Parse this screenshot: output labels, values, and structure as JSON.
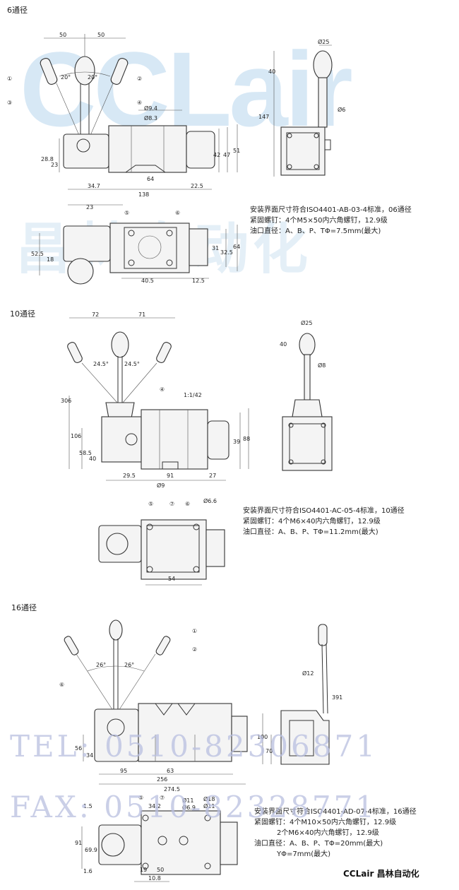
{
  "watermark": {
    "logo_text": "CCLair",
    "logo_cn": "昌林自动化",
    "tel": "TEL: 0510-82306871",
    "fax": "FAX: 0510-82328771"
  },
  "brand": "CCLair 昌林自动化",
  "sections": [
    {
      "title": "6通径",
      "notes": [
        "安装界面尺寸符合ISO4401-AB-03-4标准，06通径",
        "紧固螺钉：4个M5×50内六角螺钉，12.9级",
        "油口直径：A、B、P、TΦ=7.5mm(最大)"
      ],
      "dims": {
        "top_left": "50",
        "top_right": "50",
        "angle_l": "20°",
        "angle_r": "20°",
        "d_lever": "Ø9.4",
        "d_lever2": "Ø8.3",
        "h1": "28.8",
        "h2": "23",
        "w1": "34.7",
        "w2": "64",
        "w3": "138",
        "w4": "22.5",
        "v1": "42",
        "v2": "47",
        "v3": "51",
        "bot1": "23",
        "side_d": "Ø25",
        "side_h1": "40",
        "side_h2": "147",
        "side_d2": "Ø6",
        "plan_h1": "52.5",
        "plan_h2": "18",
        "plan_w1": "40.5",
        "plan_w2": "12.5",
        "plan_v1": "31",
        "plan_v2": "32.5",
        "plan_v3": "64"
      },
      "callouts": [
        "①",
        "②",
        "③",
        "④",
        "⑤",
        "⑥"
      ]
    },
    {
      "title": "10通径",
      "notes": [
        "安装界面尺寸符合ISO4401-AC-05-4标准，10通径",
        "紧固螺钉：4个M6×40内六角螺钉，12.9级",
        "油口直径：A、B、P、TΦ=11.2mm(最大)"
      ],
      "dims": {
        "top_left": "72",
        "top_right": "71",
        "angle_l": "24.5°",
        "angle_r": "24.5°",
        "slope": "1:1/42",
        "h_total": "306",
        "h1": "106",
        "h2": "58.5",
        "h3": "40",
        "w1": "29.5",
        "w2": "91",
        "w3": "27",
        "w4": "Ø9",
        "d_hole": "Ø6.6",
        "v1": "39",
        "v2": "88",
        "side_d": "Ø25",
        "side_h": "40",
        "side_d2": "Ø8",
        "plan_w": "54"
      },
      "callouts": [
        "④",
        "⑤",
        "⑦",
        "⑥"
      ]
    },
    {
      "title": "16通径",
      "notes": [
        "安装界面尺寸符合ISO4401-AD-07-4标准，16通径",
        "紧固螺钉：4个M10×50内六角螺钉，12.9级",
        "2个M6×40内六角螺钉，12.9级",
        "油口直径：A、B、P、TΦ=20mm(最大)",
        "YΦ=7mm(最大)"
      ],
      "dims": {
        "angle_l": "26°",
        "angle_r": "26°",
        "h1": "56",
        "h2": "34",
        "w1": "95",
        "w2": "63",
        "w3": "256",
        "w4": "274.5",
        "side_d": "Ø12",
        "side_h1": "391",
        "side_h2": "100",
        "side_h3": "70",
        "plan_d1": "Ø11",
        "plan_d2": "Ø6.9",
        "plan_d3": "Ø18",
        "plan_d4": "Ø11",
        "plan_w1": "34.2",
        "plan_w2": "1.5",
        "plan_h1": "91",
        "plan_h2": "69.9",
        "plan_w3": "19",
        "plan_w4": "50",
        "plan_w5": "10.8",
        "plan_b": "1.6"
      },
      "callouts": [
        "①",
        "②",
        "⑥",
        "⑤",
        "⑦"
      ]
    }
  ]
}
